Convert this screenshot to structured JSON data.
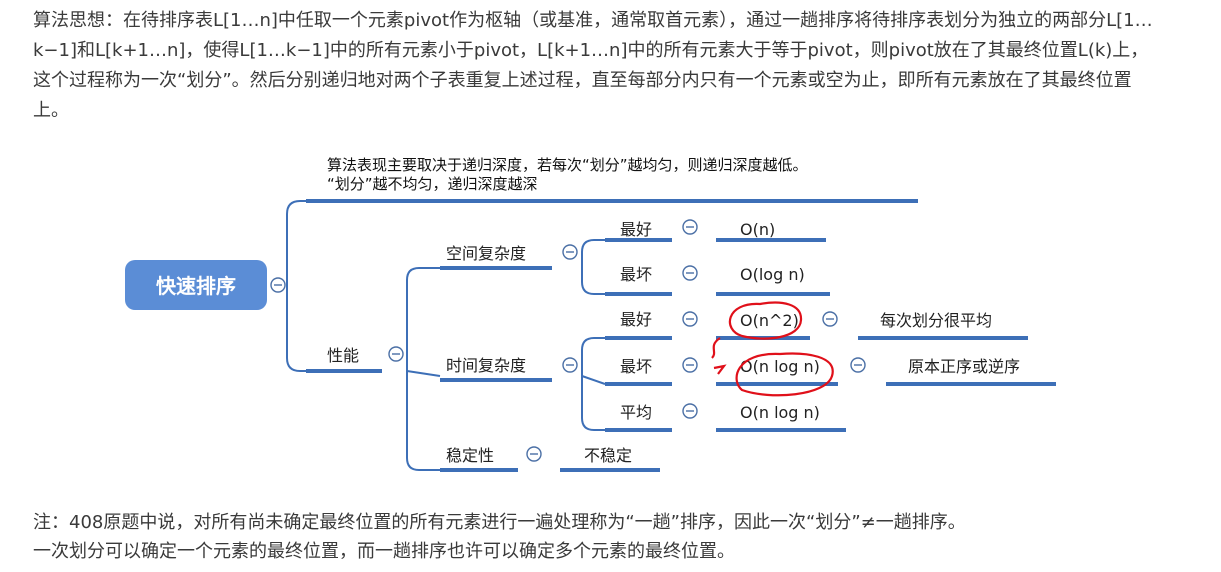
{
  "intro": {
    "label": "算法思想：",
    "text": "在待排序表L[1…n]中任取一个元素pivot作为枢轴（或基准，通常取首元素），通过一趟排序将待排序表划分为独立的两部分L[1…k−1]和L[k+1…n]，使得L[1…k−1]中的所有元素小于pivot，L[k+1…n]中的所有元素大于等于pivot，则pivot放在了其最终位置L(k)上，这个过程称为一次“划分”。然后分别递归地对两个子表重复上述过程，直至每部分内只有一个元素或空为止，即所有元素放在了其最终位置上。"
  },
  "mindmap": {
    "root": "快速排序",
    "remark_line1": "算法表现主要取决于递归深度，若每次“划分”越均匀，则递归深度越低。",
    "remark_line2": "“划分”越不均匀，递归深度越深",
    "performance": {
      "label": "性能",
      "space": {
        "label": "空间复杂度",
        "best_label": "最好",
        "best_value": "O(n)",
        "worst_label": "最坏",
        "worst_value": "O(log n)"
      },
      "time": {
        "label": "时间复杂度",
        "best_label": "最好",
        "best_value": "O(n^2)",
        "best_note": "每次划分很平均",
        "worst_label": "最坏",
        "worst_value": "O(n log n)",
        "worst_note": "原本正序或逆序",
        "avg_label": "平均",
        "avg_value": "O(n log n)"
      },
      "stability": {
        "label": "稳定性",
        "value": "不稳定"
      }
    },
    "colors": {
      "root_fill": "#5b8dd6",
      "branch": "#3d6fb7",
      "annotation": "#e0101a"
    }
  },
  "note": {
    "line1": "注：408原题中说，对所有尚未确定最终位置的所有元素进行一遍处理称为“一趟”排序，因此一次“划分”≠一趟排序。",
    "line2": "一次划分可以确定一个元素的最终位置，而一趟排序也许可以确定多个元素的最终位置。"
  }
}
